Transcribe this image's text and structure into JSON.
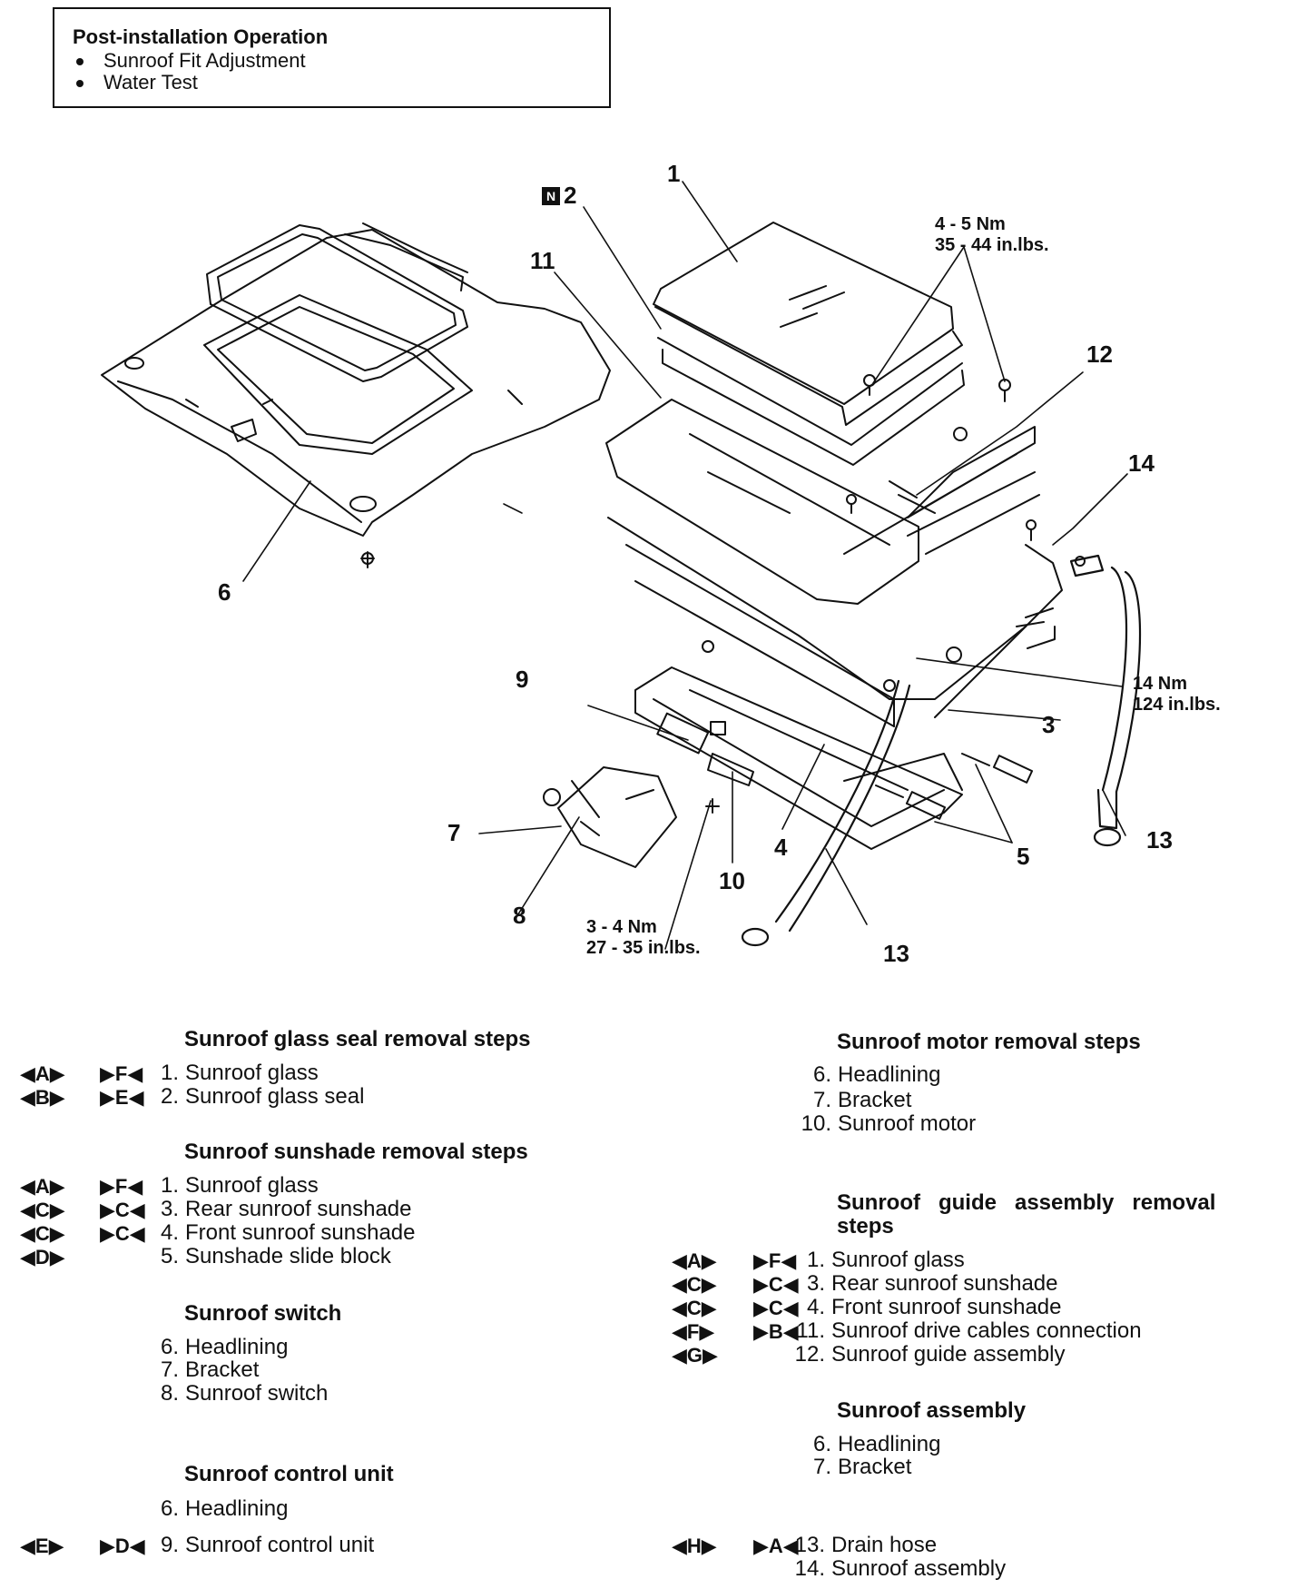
{
  "post_install": {
    "title": "Post-installation Operation",
    "items": [
      "Sunroof Fit Adjustment",
      "Water Test"
    ]
  },
  "diagram": {
    "callouts": {
      "c1": "1",
      "c2": "2",
      "c3": "3",
      "c4": "4",
      "c5": "5",
      "c6": "6",
      "c7": "7",
      "c8": "8",
      "c9": "9",
      "c10": "10",
      "c11": "11",
      "c12": "12",
      "c13a": "13",
      "c13b": "13",
      "c14": "14"
    },
    "n_badge": "N",
    "torques": {
      "t1_nm": "4 - 5 Nm",
      "t1_lb": "35 - 44 in.lbs.",
      "t2_nm": "14 Nm",
      "t2_lb": "124 in.lbs.",
      "t3_nm": "3 - 4 Nm",
      "t3_lb": "27 - 35 in.lbs."
    }
  },
  "steps": {
    "glass_seal": {
      "title": "Sunroof glass seal removal steps",
      "rows": [
        {
          "s1": "◀A▶",
          "s2": "▶F◀",
          "num": "1.",
          "label": "Sunroof glass"
        },
        {
          "s1": "◀B▶",
          "s2": "▶E◀",
          "num": "2.",
          "label": "Sunroof glass seal"
        }
      ]
    },
    "sunshade": {
      "title": "Sunroof sunshade removal steps",
      "rows": [
        {
          "s1": "◀A▶",
          "s2": "▶F◀",
          "num": "1.",
          "label": "Sunroof glass"
        },
        {
          "s1": "◀C▶",
          "s2": "▶C◀",
          "num": "3.",
          "label": "Rear sunroof sunshade"
        },
        {
          "s1": "◀C▶",
          "s2": "▶C◀",
          "num": "4.",
          "label": "Front sunroof sunshade"
        },
        {
          "s1": "◀D▶",
          "s2": "",
          "num": "5.",
          "label": "Sunshade slide block"
        }
      ]
    },
    "switch": {
      "title": "Sunroof switch",
      "rows": [
        {
          "num": "6.",
          "label": "Headlining"
        },
        {
          "num": "7.",
          "label": "Bracket"
        },
        {
          "num": "8.",
          "label": "Sunroof switch"
        }
      ]
    },
    "control_unit": {
      "title": "Sunroof control unit",
      "rows": [
        {
          "s1": "",
          "s2": "",
          "num": "6.",
          "label": "Headlining"
        },
        {
          "s1": "◀E▶",
          "s2": "▶D◀",
          "num": "9.",
          "label": "Sunroof control unit"
        }
      ]
    },
    "motor": {
      "title": "Sunroof motor removal steps",
      "rows": [
        {
          "num": "6.",
          "label": "Headlining"
        },
        {
          "num": "7.",
          "label": "Bracket"
        },
        {
          "num": "10.",
          "label": "Sunroof motor"
        }
      ]
    },
    "guide": {
      "title_l1": "Sunroof   guide   assembly   removal",
      "title_l2": "steps",
      "rows": [
        {
          "s1": "◀A▶",
          "s2": "▶F◀",
          "num": "1.",
          "label": "Sunroof glass"
        },
        {
          "s1": "◀C▶",
          "s2": "▶C◀",
          "num": "3.",
          "label": "Rear sunroof sunshade"
        },
        {
          "s1": "◀C▶",
          "s2": "▶C◀",
          "num": "4.",
          "label": "Front sunroof sunshade"
        },
        {
          "s1": "◀F▶",
          "s2": "▶B◀",
          "num": "11.",
          "label": "Sunroof drive cables connection"
        },
        {
          "s1": "◀G▶",
          "s2": "",
          "num": "12.",
          "label": "Sunroof guide assembly"
        }
      ]
    },
    "assembly": {
      "title": "Sunroof assembly",
      "rows": [
        {
          "num": "6.",
          "label": "Headlining"
        },
        {
          "num": "7.",
          "label": "Bracket"
        }
      ]
    },
    "drain": {
      "rows": [
        {
          "s1": "◀H▶",
          "s2": "▶A◀",
          "num": "13.",
          "label": "Drain hose"
        },
        {
          "s1": "",
          "s2": "",
          "num": "14.",
          "label": "Sunroof assembly"
        }
      ]
    }
  }
}
